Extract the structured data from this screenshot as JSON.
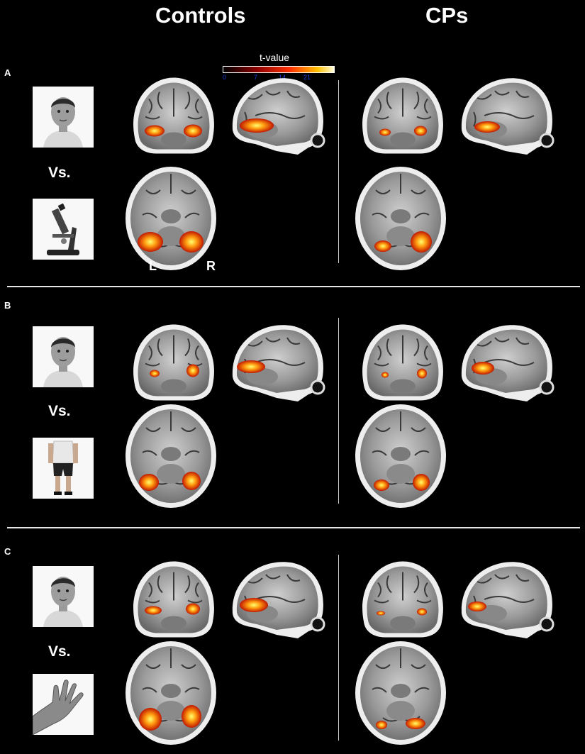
{
  "columns": {
    "left": "Controls",
    "right": "CPs"
  },
  "colorbar": {
    "title": "t-value",
    "ticks": [
      "0",
      "7",
      "14",
      "21"
    ]
  },
  "side_labels": {
    "left": "L",
    "right": "R"
  },
  "panels": [
    {
      "label": "A",
      "vs": "Vs.",
      "top_stimulus": "face-image",
      "bottom_stimulus": "microscope-image"
    },
    {
      "label": "B",
      "vs": "Vs.",
      "top_stimulus": "face-image",
      "bottom_stimulus": "headless-body-image"
    },
    {
      "label": "C",
      "vs": "Vs.",
      "top_stimulus": "face-image",
      "bottom_stimulus": "hand-image"
    }
  ],
  "colors": {
    "background": "#000000",
    "activation_low": "#b01000",
    "activation_high": "#ffff70"
  }
}
